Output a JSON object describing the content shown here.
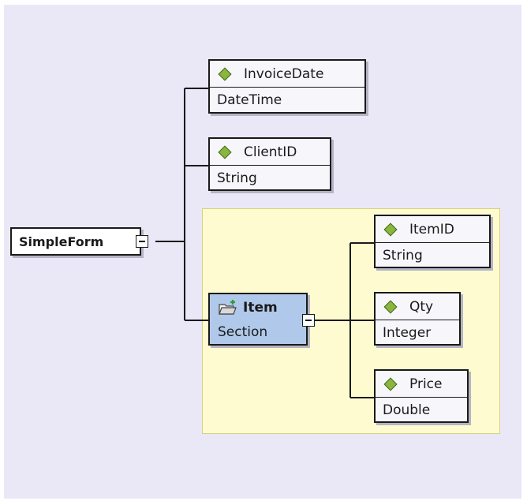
{
  "root": {
    "label": "SimpleForm"
  },
  "section": {
    "label": "Item",
    "type": "Section"
  },
  "nodes": [
    {
      "name": "InvoiceDate",
      "type": "DateTime"
    },
    {
      "name": "ClientID",
      "type": "String"
    },
    {
      "name": "ItemID",
      "type": "String"
    },
    {
      "name": "Qty",
      "type": "Integer"
    },
    {
      "name": "Price",
      "type": "Double"
    }
  ],
  "colors": {
    "canvas": "#eae8f6",
    "section_region": "#fefbd0",
    "section_node": "#b0c9ea",
    "attribute_icon": "#8ab640"
  },
  "icons": {
    "attribute": "green-diamond-icon",
    "section": "folder-add-icon",
    "collapse": "minus-box-icon"
  }
}
